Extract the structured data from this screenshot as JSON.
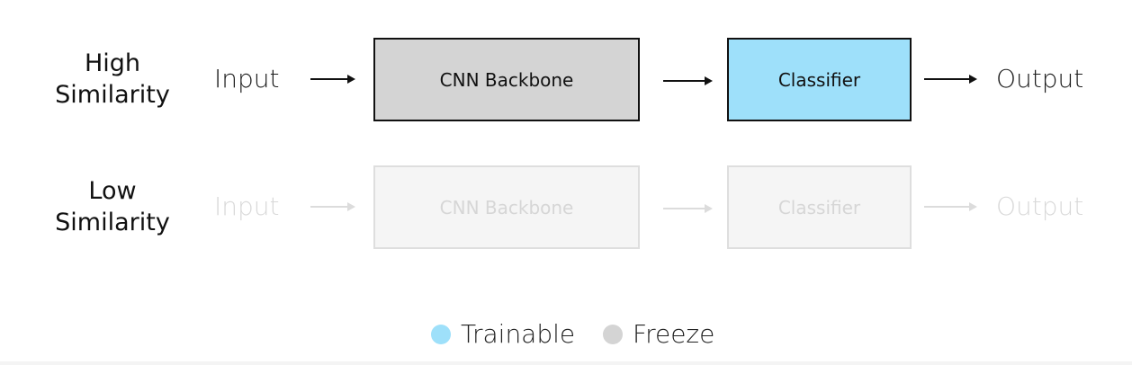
{
  "rows": [
    {
      "label_line1": "High",
      "label_line2": "Similarity",
      "input": "Input",
      "backbone": "CNN Backbone",
      "classifier": "Classifier",
      "output": "Output"
    },
    {
      "label_line1": "Low",
      "label_line2": "Similarity",
      "input": "Input",
      "backbone": "CNN Backbone",
      "classifier": "Classifier",
      "output": "Output"
    }
  ],
  "legend": [
    {
      "label": "Trainable",
      "color": "#9ee0fa"
    },
    {
      "label": "Freeze",
      "color": "#d4d4d4"
    }
  ],
  "colors": {
    "trainable": "#9ee0fa",
    "freeze": "#d4d4d4",
    "faded_fill": "#f5f5f5"
  }
}
